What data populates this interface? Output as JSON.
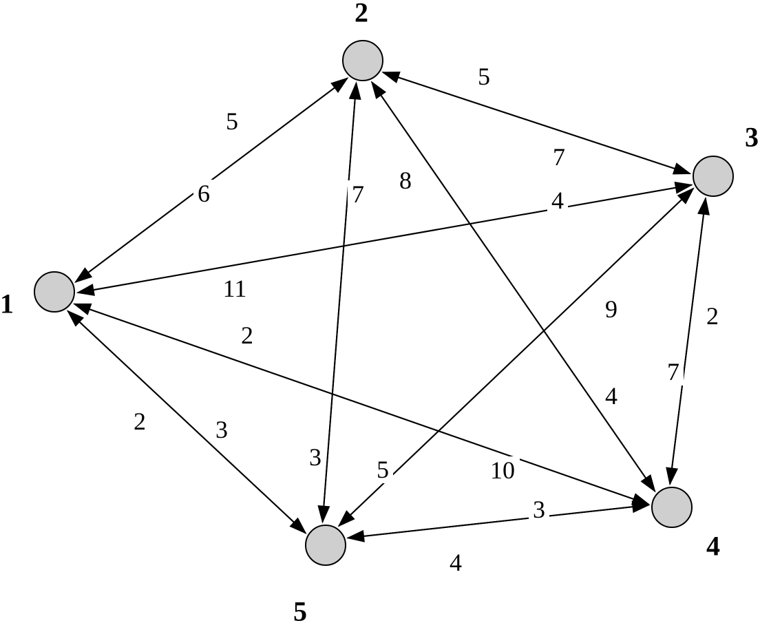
{
  "node_color": "#cfcfcf",
  "nodes": [
    {
      "id": "1",
      "label": "1"
    },
    {
      "id": "2",
      "label": "2"
    },
    {
      "id": "3",
      "label": "3"
    },
    {
      "id": "4",
      "label": "4"
    },
    {
      "id": "5",
      "label": "5"
    }
  ],
  "edges": [
    {
      "from": "1",
      "to": "2",
      "weight": "5"
    },
    {
      "from": "2",
      "to": "1",
      "weight": "6"
    },
    {
      "from": "3",
      "to": "2",
      "weight": "5"
    },
    {
      "from": "2",
      "to": "3",
      "weight": "7"
    },
    {
      "from": "1",
      "to": "3",
      "weight": "4"
    },
    {
      "from": "3",
      "to": "1",
      "weight": "11"
    },
    {
      "from": "5",
      "to": "1",
      "weight": "2"
    },
    {
      "from": "1",
      "to": "5",
      "weight": "3"
    },
    {
      "from": "2",
      "to": "5",
      "weight": "3"
    },
    {
      "from": "5",
      "to": "2",
      "weight": "7"
    },
    {
      "from": "4",
      "to": "2",
      "weight": "8"
    },
    {
      "from": "2",
      "to": "4",
      "weight": "4"
    },
    {
      "from": "1",
      "to": "4",
      "weight": "2"
    },
    {
      "from": "4",
      "to": "1",
      "weight": "10"
    },
    {
      "from": "5",
      "to": "3",
      "weight": "5"
    },
    {
      "from": "3",
      "to": "5",
      "weight": "9"
    },
    {
      "from": "3",
      "to": "4",
      "weight": "7"
    },
    {
      "from": "4",
      "to": "3",
      "weight": "2"
    },
    {
      "from": "5",
      "to": "4",
      "weight": "3"
    },
    {
      "from": "4",
      "to": "5",
      "weight": "4"
    }
  ]
}
